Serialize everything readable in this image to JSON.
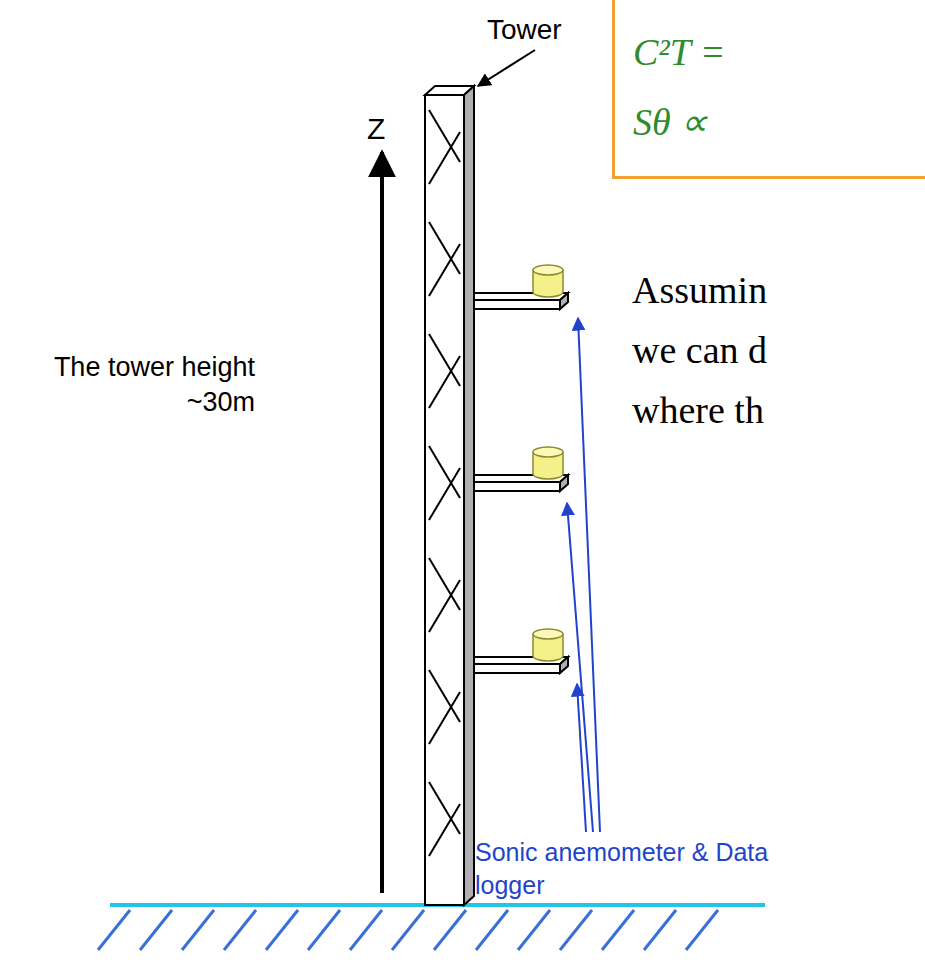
{
  "diagram": {
    "nodes": [
      {
        "text": [
          "C²T =",
          "Sθ ∝"
        ]
      }
    ],
    "labels": [
      "Tower",
      "Z",
      "The tower height ~30m",
      "Assumin",
      "we can d",
      "where th",
      "Sonic anemometer & Data logger"
    ]
  }
}
